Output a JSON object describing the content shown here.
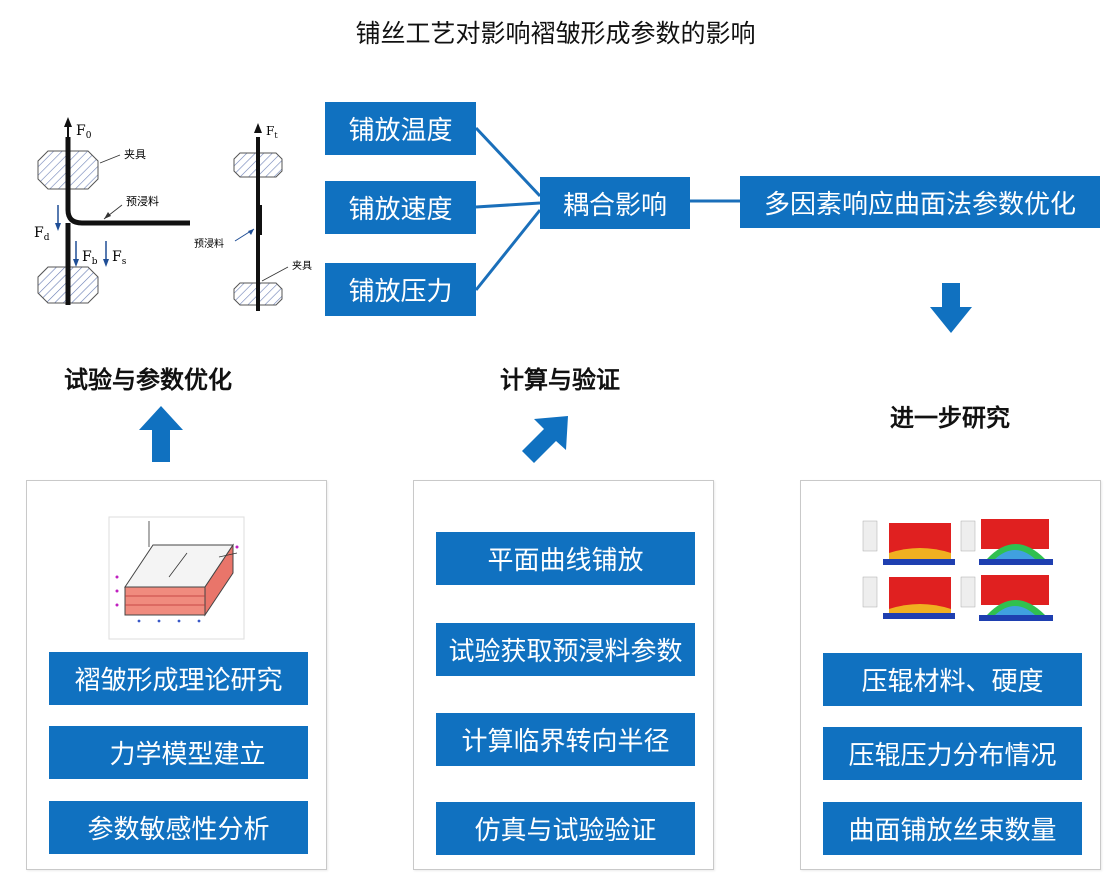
{
  "title": "铺丝工艺对影响褶皱形成参数的影响",
  "top": {
    "params": [
      "铺放温度",
      "铺放速度",
      "铺放压力"
    ],
    "coupling": "耦合影响",
    "optimization": "多因素响应曲面法参数优化"
  },
  "headings": {
    "left": "试验与参数优化",
    "middle": "计算与验证",
    "right": "进一步研究"
  },
  "figure_labels": {
    "F0": "F",
    "F0_sub": "0",
    "Ft": "F",
    "Ft_sub": "t",
    "Fd": "F",
    "Fd_sub": "d",
    "Fb": "F",
    "Fb_sub": "b",
    "Fs": "F",
    "Fs_sub": "s",
    "clamp": "夹具",
    "prepreg": "预浸料"
  },
  "panels": {
    "left": [
      "褶皱形成理论研究",
      "力学模型建立",
      "参数敏感性分析"
    ],
    "middle": [
      "平面曲线铺放",
      "试验获取预浸料参数",
      "计算临界转向半径",
      "仿真与试验验证"
    ],
    "right": [
      "压辊材料、硬度",
      "压辊压力分布情况",
      "曲面铺放丝束数量"
    ]
  },
  "colors": {
    "box": "#1071c0",
    "arrow": "#1071c0",
    "connector": "#1a6fba"
  }
}
